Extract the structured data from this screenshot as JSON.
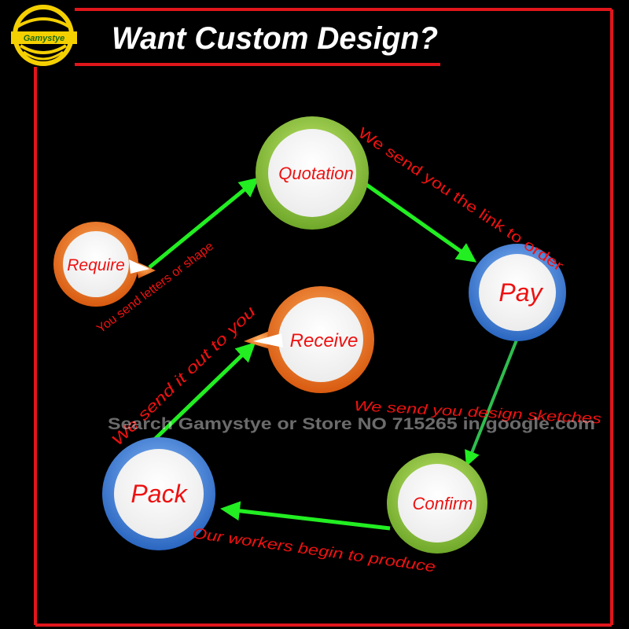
{
  "header": {
    "title": "Want Custom Design?",
    "logo_text": "Gamystye"
  },
  "watermark": "Search Gamystye or Store NO 715265 in google.com",
  "colors": {
    "border": "#e0161b",
    "arrow": "#22ee22",
    "label": "#ee1111",
    "orange": "#f07020",
    "green": "#8cc63f",
    "blue": "#3a7fd5",
    "logo": "#f5d000"
  },
  "steps": {
    "require": "Require",
    "quotation": "Quotation",
    "pay": "Pay",
    "confirm": "Confirm",
    "pack": "Pack",
    "receive": "Receive"
  },
  "edges": {
    "require_quotation": "You send letters or shape",
    "quotation_pay": "We send you the link to order",
    "pay_confirm": "We send you design sketches",
    "confirm_pack": "Our workers begin to produce",
    "pack_receive": "We send it out to you"
  }
}
